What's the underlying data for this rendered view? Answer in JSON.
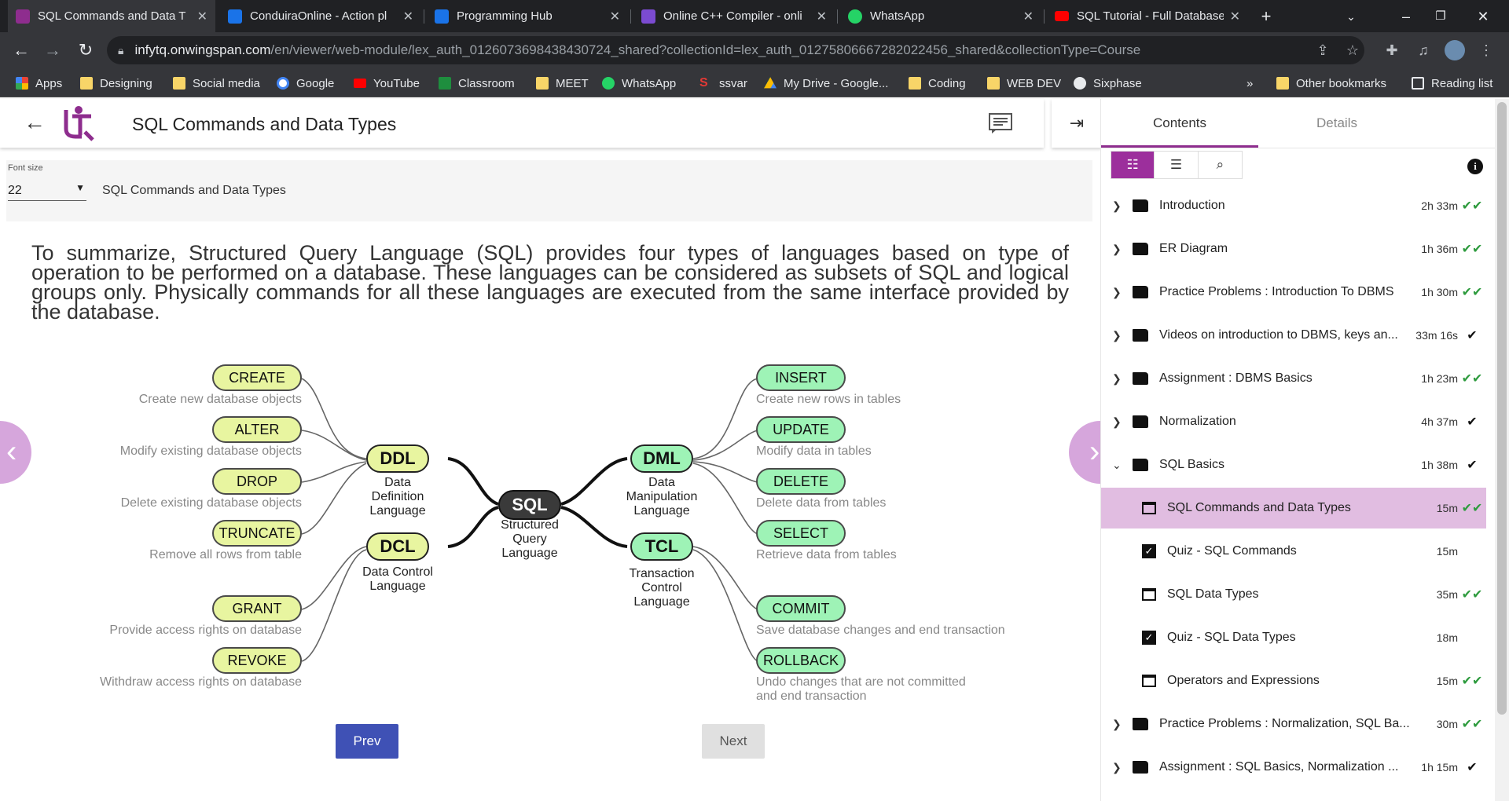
{
  "browser": {
    "tabs": [
      {
        "title": "SQL Commands and Data T",
        "active": true,
        "icon": "infytq-icon"
      },
      {
        "title": "ConduiraOnline - Action pl",
        "icon": "conduira-icon"
      },
      {
        "title": "Programming Hub",
        "icon": "programming-hub-icon"
      },
      {
        "title": "Online C++ Compiler - onli",
        "icon": "compiler-icon"
      },
      {
        "title": "WhatsApp",
        "icon": "whatsapp-icon"
      },
      {
        "title": "SQL Tutorial - Full Database",
        "icon": "youtube-icon"
      }
    ],
    "address_host": "infytq.onwingspan.com",
    "address_path": "/en/viewer/web-module/lex_auth_0126073698438430724_shared?collectionId=lex_auth_01275806667282022456_shared&collectionType=Course",
    "bookmarks": [
      "Apps",
      "Designing",
      "Social media",
      "Google",
      "YouTube",
      "Classroom",
      "MEET",
      "WhatsApp",
      "ssvar",
      "My Drive - Google...",
      "Coding",
      "WEB DEV",
      "Sixphase"
    ],
    "bookmarks_overflow": "»",
    "other_bookmarks": "Other bookmarks",
    "reading_list": "Reading list"
  },
  "header": {
    "title": "SQL Commands and Data Types"
  },
  "settings": {
    "font_size_label": "Font size",
    "font_size_value": "22",
    "breadcrumb": "SQL Commands and Data Types"
  },
  "content": {
    "paragraph": "To summarize, Structured Query Language (SQL) provides four types of languages based on type of operation to be performed on a database. These languages can be considered as subsets of SQL and logical groups only. Physically commands for all these languages are executed from the same interface provided by the database."
  },
  "diagram": {
    "center": {
      "label": "SQL",
      "sub": [
        "Structured",
        "Query",
        "Language"
      ]
    },
    "groups": {
      "ddl": {
        "label": "DDL",
        "sub": [
          "Data",
          "Definition",
          "Language"
        ]
      },
      "dcl": {
        "label": "DCL",
        "sub": [
          "Data Control",
          "Language"
        ]
      },
      "dml": {
        "label": "DML",
        "sub": [
          "Data",
          "Manipulation",
          "Language"
        ]
      },
      "tcl": {
        "label": "TCL",
        "sub": [
          "Transaction",
          "Control",
          "Language"
        ]
      }
    },
    "left": [
      {
        "cmd": "CREATE",
        "desc": "Create new database objects"
      },
      {
        "cmd": "ALTER",
        "desc": "Modify existing database objects"
      },
      {
        "cmd": "DROP",
        "desc": "Delete existing database objects"
      },
      {
        "cmd": "TRUNCATE",
        "desc": "Remove all rows from table"
      },
      {
        "cmd": "GRANT",
        "desc": "Provide access rights on database"
      },
      {
        "cmd": "REVOKE",
        "desc": "Withdraw access rights on database"
      }
    ],
    "right": [
      {
        "cmd": "INSERT",
        "desc": "Create new rows in tables"
      },
      {
        "cmd": "UPDATE",
        "desc": "Modify data in tables"
      },
      {
        "cmd": "DELETE",
        "desc": "Delete data from tables"
      },
      {
        "cmd": "SELECT",
        "desc": "Retrieve data from tables"
      },
      {
        "cmd": "COMMIT",
        "desc": "Save database changes and end transaction"
      },
      {
        "cmd": "ROLLBACK",
        "desc": "Undo changes that are not committed",
        "desc2": "and end transaction"
      }
    ]
  },
  "nav": {
    "prev": "Prev",
    "next": "Next"
  },
  "panel": {
    "tabs": [
      "Contents",
      "Details"
    ],
    "items": [
      {
        "label": "Introduction",
        "duration": "2h 33m",
        "type": "folder",
        "check": "double"
      },
      {
        "label": "ER Diagram",
        "duration": "1h 36m",
        "type": "folder",
        "check": "double"
      },
      {
        "label": "Practice Problems : Introduction To DBMS",
        "duration": "1h 30m",
        "type": "folder",
        "check": "double"
      },
      {
        "label": "Videos on introduction to DBMS, keys an...",
        "duration": "33m 16s",
        "type": "folder",
        "check": "single"
      },
      {
        "label": "Assignment : DBMS Basics",
        "duration": "1h 23m",
        "type": "folder",
        "check": "double"
      },
      {
        "label": "Normalization",
        "duration": "4h 37m",
        "type": "folder",
        "check": "single"
      },
      {
        "label": "SQL Basics",
        "duration": "1h 38m",
        "type": "folder-open",
        "check": "single"
      },
      {
        "label": "SQL Commands and Data Types",
        "duration": "15m",
        "type": "doc",
        "check": "double",
        "selected": true
      },
      {
        "label": "Quiz - SQL Commands",
        "duration": "15m",
        "type": "quiz",
        "check": "none"
      },
      {
        "label": "SQL Data Types",
        "duration": "35m",
        "type": "doc",
        "check": "double"
      },
      {
        "label": "Quiz - SQL Data Types",
        "duration": "18m",
        "type": "quiz",
        "check": "none"
      },
      {
        "label": "Operators and Expressions",
        "duration": "15m",
        "type": "doc",
        "check": "double"
      },
      {
        "label": "Practice Problems : Normalization, SQL Ba...",
        "duration": "30m",
        "type": "folder",
        "check": "double"
      },
      {
        "label": "Assignment : SQL Basics, Normalization ...",
        "duration": "1h 15m",
        "type": "folder",
        "check": "single"
      }
    ]
  },
  "colors": {
    "accent": "#8e2d8e",
    "prev_button": "#3f51b5",
    "ddl_pill": "#e8f5a0",
    "dml_pill": "#9ef3b6",
    "selected_row": "#e1bde1"
  }
}
